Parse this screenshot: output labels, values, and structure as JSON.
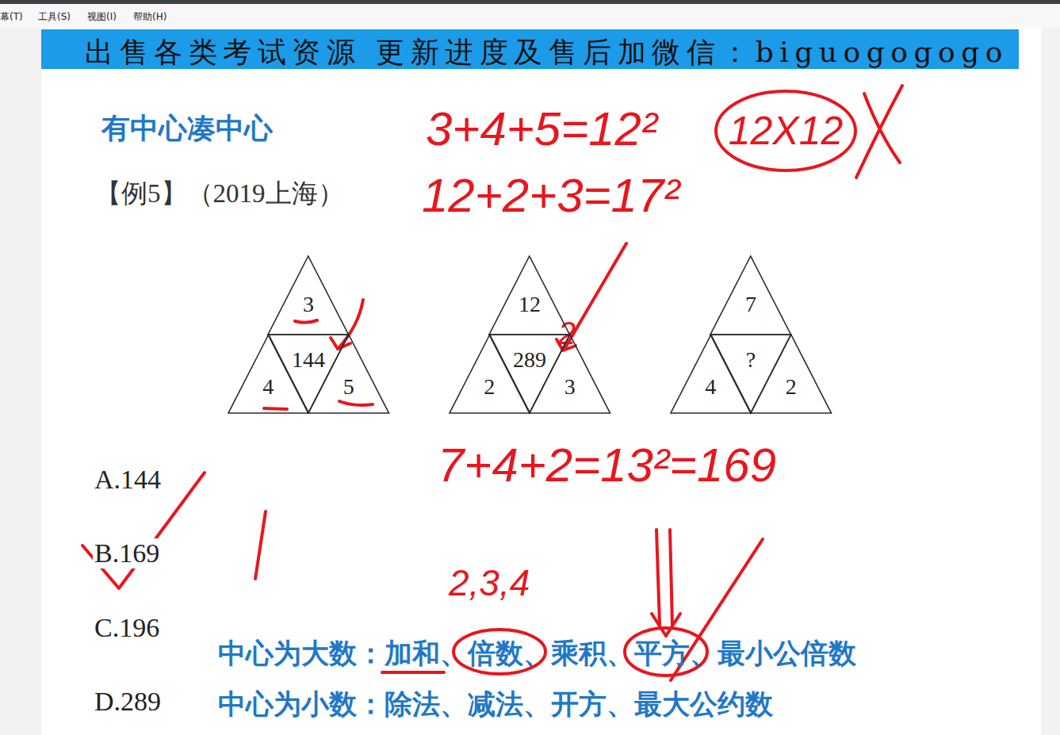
{
  "diagram": {
    "title": "有中心凑中心",
    "nodes": [
      {
        "text": [
          "12X12"
        ]
      },
      {
        "text": [
          "3"
        ]
      },
      {
        "text": [
          "144"
        ]
      },
      {
        "text": [
          "4"
        ]
      },
      {
        "text": [
          "5"
        ]
      },
      {
        "text": [
          "12"
        ]
      },
      {
        "text": [
          "289"
        ]
      },
      {
        "text": [
          "2"
        ]
      },
      {
        "text": [
          "3"
        ]
      },
      {
        "text": [
          "7"
        ]
      },
      {
        "text": [
          "?"
        ]
      },
      {
        "text": [
          "4"
        ]
      },
      {
        "text": [
          "2"
        ]
      }
    ],
    "labels": [
      "幕(T)",
      "工具(S)",
      "视图(I)",
      "帮助(H)",
      "出售各类考试资源 更新进度及售后加微信：biguogogogo",
      "【例5】（2019上海）",
      "3+4+5=12²",
      "12+2+3=17²",
      "2",
      "7+4+2=13²=169",
      "A.144",
      "B.169",
      "C.196",
      "D.289",
      "2,3,4",
      "中心为大数：",
      "加和、",
      "倍数、",
      "乘积、",
      "平方、",
      "最小公倍数",
      "中心为小数：除法、减法、开方、最大公约数"
    ]
  }
}
